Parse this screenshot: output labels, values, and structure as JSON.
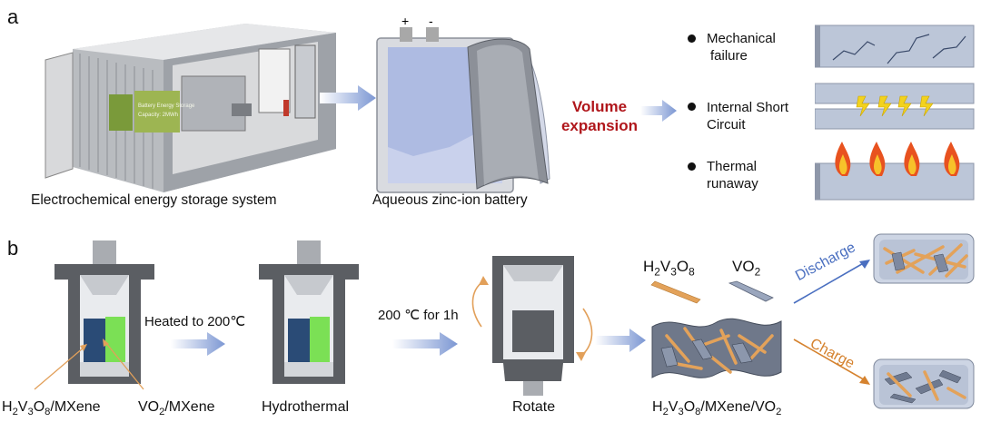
{
  "panel_a": {
    "letter": "a",
    "container_caption": "Electrochemical energy storage system",
    "battery_caption": "Aqueous zinc-ion battery",
    "battery_plus": "+",
    "battery_minus": "-",
    "expansion_line1": "Volume",
    "expansion_line2": "expansion",
    "container_label_lines": [
      "Battery Energy Storage",
      "Capacity: 2MWh"
    ],
    "failures": [
      {
        "line1": "Mechanical",
        "line2": "failure"
      },
      {
        "line1": "Internal Short",
        "line2": "Circuit"
      },
      {
        "line1": "Thermal",
        "line2": "runaway"
      }
    ],
    "colors": {
      "red_label": "#b0161b",
      "arrow": "#8fa6d8",
      "slab": "#b7c2d6"
    }
  },
  "panel_b": {
    "letter": "b",
    "step1_text": "Heated to 200℃",
    "step2_text": "200 ℃ for 1h",
    "captions": {
      "h2v3o8_mxene": {
        "a": "H",
        "s1": "2",
        "b": "V",
        "s2": "3",
        "c": "O",
        "s3": "8",
        "d": "/MXene"
      },
      "vo2_mxene": {
        "a": "VO",
        "s1": "2",
        "b": "/MXene"
      },
      "hydrothermal": "Hydrothermal",
      "rotate": "Rotate",
      "composite": {
        "a": "H",
        "s1": "2",
        "b": "V",
        "s2": "3",
        "c": "O",
        "s3": "8",
        "d": "/MXene/VO",
        "s4": "2"
      }
    },
    "legend_h2v3o8": {
      "a": "H",
      "s1": "2",
      "b": "V",
      "s2": "3",
      "c": "O",
      "s3": "8"
    },
    "legend_vo2": {
      "a": "VO",
      "s1": "2"
    },
    "discharge": "Discharge",
    "charge": "Charge",
    "colors": {
      "discharge": "#4a6fc0",
      "charge": "#d5822e",
      "rod_orange": "#e3a25a",
      "sheet_gray": "#6a7487"
    }
  }
}
